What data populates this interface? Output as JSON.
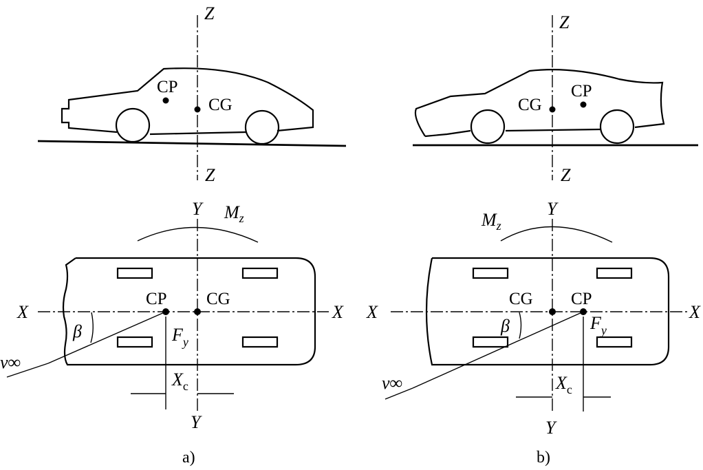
{
  "panel_a": {
    "caption": "a)",
    "side": {
      "axis_top": "Z",
      "axis_bottom": "Z",
      "cp": "CP",
      "cg": "CG"
    },
    "top": {
      "axis_y_top": "Y",
      "axis_y_bottom": "Y",
      "axis_x_left": "X",
      "axis_x_right": "X",
      "moment": "M",
      "moment_sub": "z",
      "cp": "CP",
      "cg": "CG",
      "beta": "β",
      "velocity": "v∞",
      "force": "F",
      "force_sub": "y",
      "offset": "X",
      "offset_sub": "c"
    }
  },
  "panel_b": {
    "caption": "b)",
    "side": {
      "axis_top": "Z",
      "axis_bottom": "Z",
      "cp": "CP",
      "cg": "CG"
    },
    "top": {
      "axis_y_top": "Y",
      "axis_y_bottom": "Y",
      "axis_x_left": "X",
      "axis_x_right": "X",
      "moment": "M",
      "moment_sub": "z",
      "cp": "CP",
      "cg": "CG",
      "beta": "β",
      "velocity": "v∞",
      "force": "F",
      "force_sub": "y",
      "offset": "X",
      "offset_sub": "c"
    }
  }
}
